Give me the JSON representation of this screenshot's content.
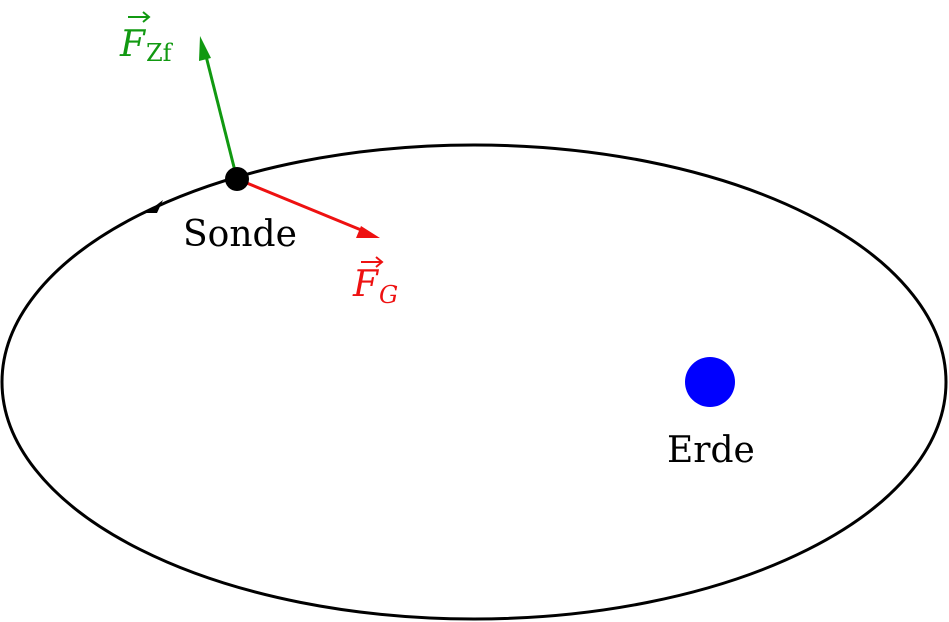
{
  "labels": {
    "sonde": "Sonde",
    "erde": "Erde"
  },
  "forces": {
    "centrifugal": {
      "symbol": "F",
      "subscript": "Zf",
      "color": "#119911"
    },
    "gravity": {
      "symbol": "F",
      "subscript": "G",
      "color": "#ee1111"
    }
  },
  "colors": {
    "orbit": "#000000",
    "probe": "#000000",
    "earth": "#0000ff"
  }
}
